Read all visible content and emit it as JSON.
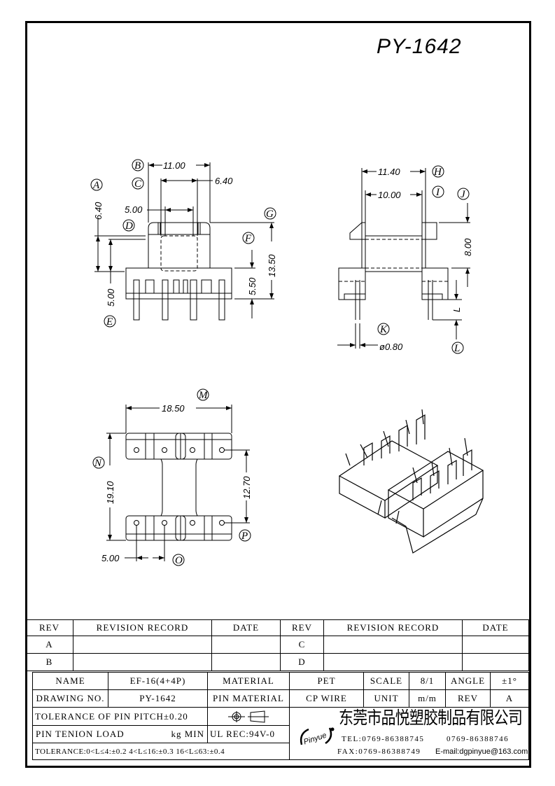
{
  "title": "PY-1642",
  "dims": {
    "front": {
      "w_11": "11.00",
      "w_640": "6.40",
      "w_500": "5.00",
      "h_640": "6.40",
      "h_500": "5.00",
      "h_1350": "13.50",
      "h_550": "5.50"
    },
    "side": {
      "w_1140": "11.40",
      "w_1000": "10.00",
      "h_800": "8.00",
      "l": "L",
      "pin_dia": "ø0.80"
    },
    "bottom": {
      "w_1850": "18.50",
      "h_1910": "19.10",
      "h_1270": "12.70",
      "pitch_500": "5.00"
    }
  },
  "markers": [
    "A",
    "B",
    "C",
    "D",
    "E",
    "F",
    "G",
    "H",
    "I",
    "J",
    "K",
    "L",
    "M",
    "N",
    "O",
    "P"
  ],
  "revision": {
    "headers": [
      "REV",
      "REVISION RECORD",
      "DATE",
      "REV",
      "REVISION RECORD",
      "DATE"
    ],
    "rows": [
      [
        "A",
        "",
        "",
        "C",
        "",
        ""
      ],
      [
        "B",
        "",
        "",
        "D",
        "",
        ""
      ]
    ]
  },
  "titleblock": {
    "name_label": "NAME",
    "name": "EF-16(4+4P)",
    "material_label": "MATERIAL",
    "material": "PET",
    "scale_label": "SCALE",
    "scale": "8/1",
    "angle_label": "ANGLE",
    "angle": "±1°",
    "drawing_no_label": "DRAWING NO.",
    "drawing_no": "PY-1642",
    "pin_material_label": "PIN MATERIAL",
    "pin_material": "CP WIRE",
    "unit_label": "UNIT",
    "unit": "m/m",
    "rev_label": "REV",
    "rev": "A",
    "pin_pitch_tol": "TOLERANCE OF PIN PITCH±0.20",
    "pin_load_label": "PIN TENION LOAD",
    "pin_load_unit": "kg MIN",
    "ul": "UL REC:94V-0",
    "tolerance": "TOLERANCE:0<L≤4:±0.2  4<L≤16:±0.3  16<L≤63:±0.4"
  },
  "company": {
    "logo": "Pinyue",
    "name": "东莞市品悦塑胶制品有限公司",
    "tel": "TEL:0769-86388745",
    "tel2": "0769-86388746",
    "fax": "FAX:0769-86388749",
    "email": "E-mail:dgpinyue@163.com"
  }
}
